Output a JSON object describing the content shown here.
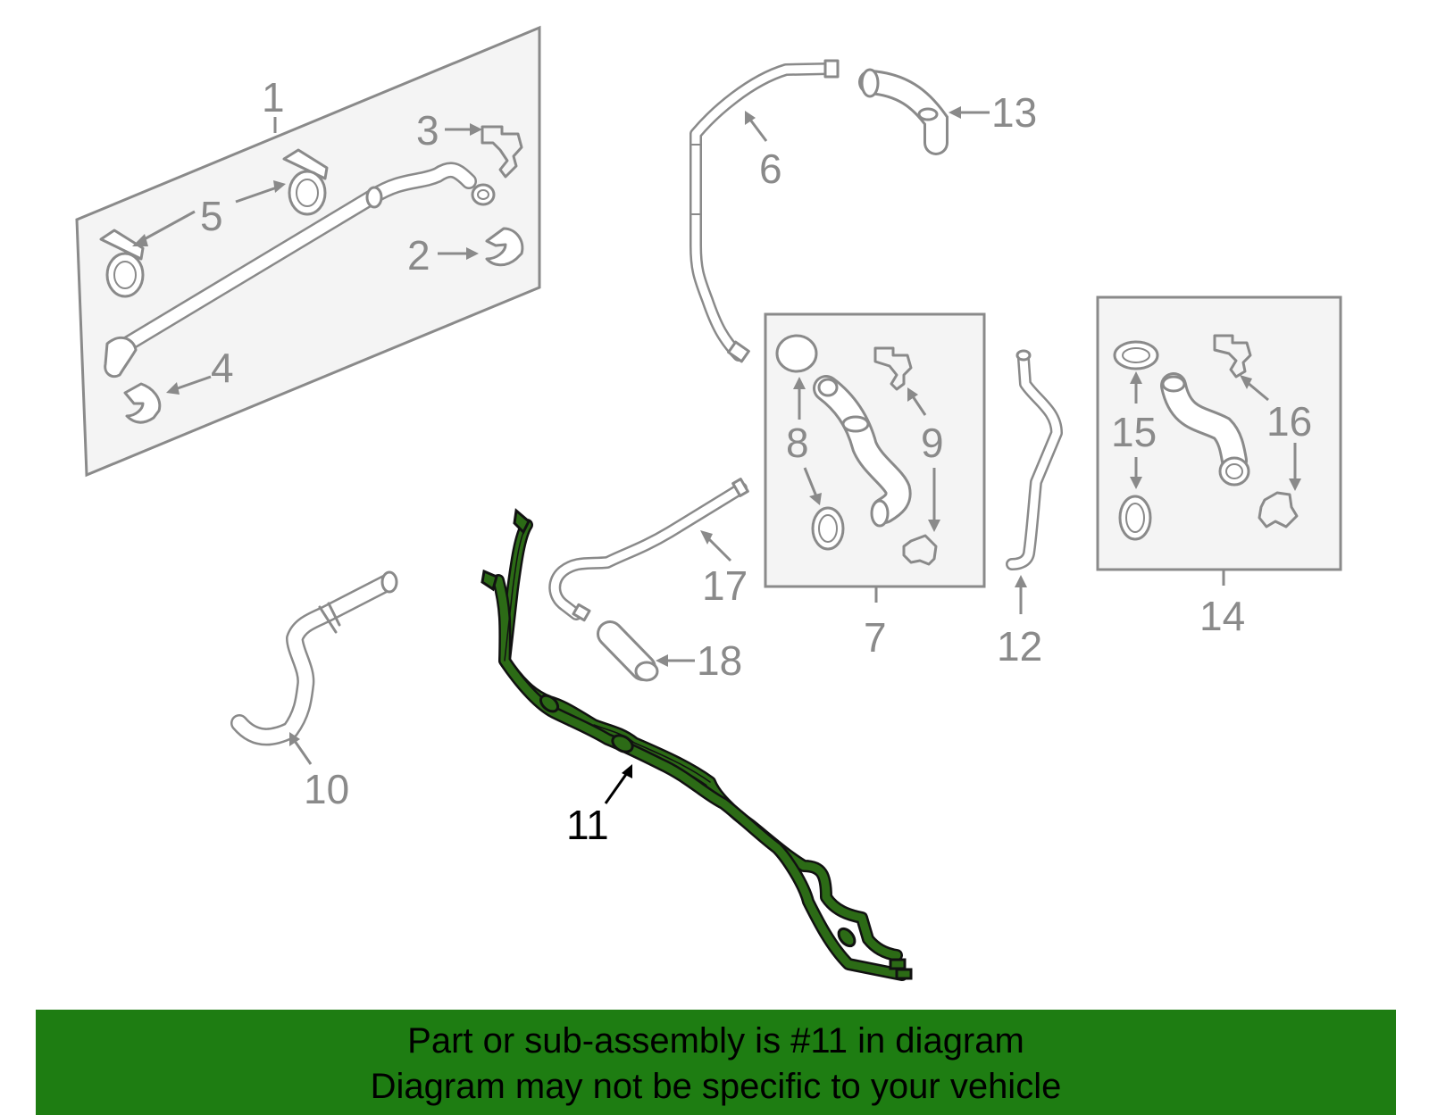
{
  "labels": {
    "p1": "1",
    "p2": "2",
    "p3": "3",
    "p4": "4",
    "p5": "5",
    "p6": "6",
    "p7": "7",
    "p8": "8",
    "p9": "9",
    "p10": "10",
    "p11": "11",
    "p12": "12",
    "p13": "13",
    "p14": "14",
    "p15": "15",
    "p16": "16",
    "p17": "17",
    "p18": "18"
  },
  "highlighted_part": "11",
  "colors": {
    "highlight": "#2c6b16",
    "banner": "#1e7d12",
    "parts": "#8a8a8a"
  },
  "banner": {
    "line1": "Part or sub-assembly is #11 in diagram",
    "line2": "Diagram may not be specific to your vehicle"
  }
}
